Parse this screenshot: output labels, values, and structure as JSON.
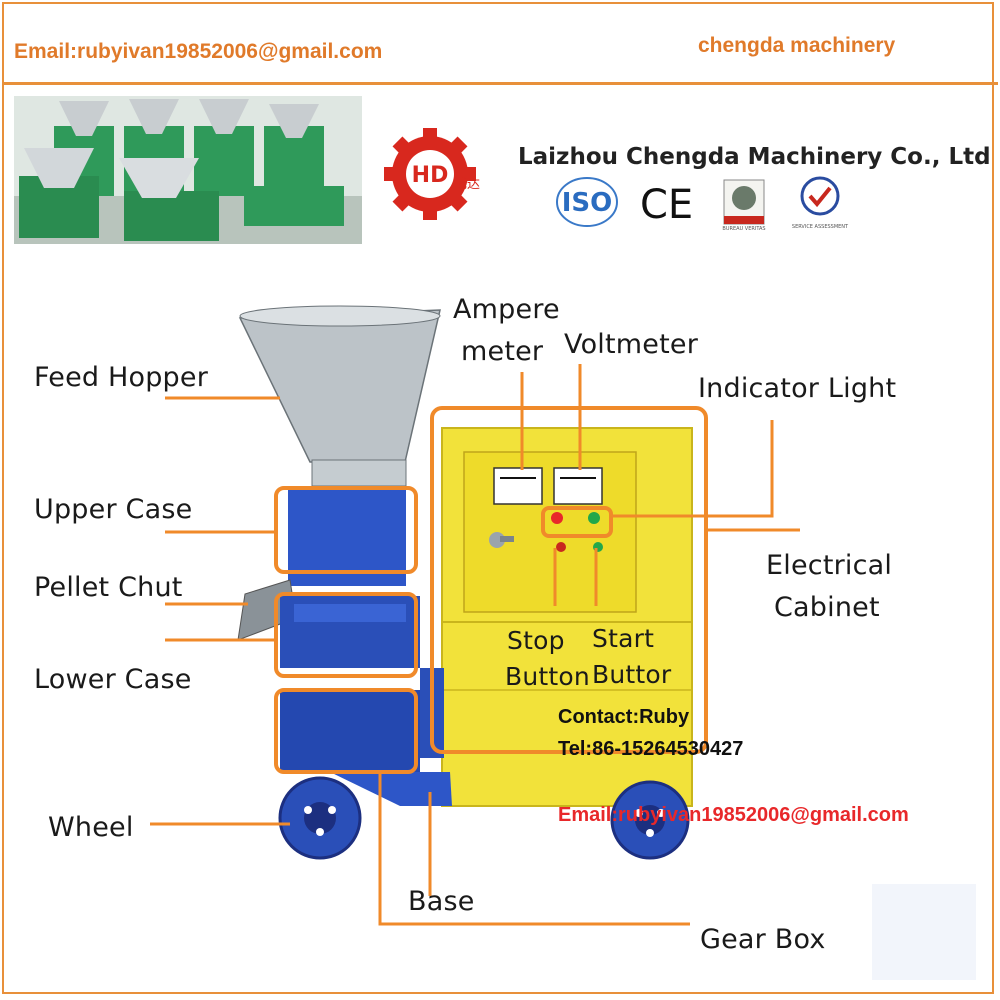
{
  "header": {
    "email": "Email:rubyivan19852006@gmail.com",
    "brand": "chengda machinery"
  },
  "company": {
    "name": "Laizhou Chengda Machinery Co., Ltd",
    "logo_chars": "成达",
    "cert_iso": "ISO",
    "cert_ce": "CE",
    "cert_bureau": "BUREAU VERITAS",
    "cert_sa": "SERVICE ASSESSMENT"
  },
  "labels": {
    "feed_hopper": "Feed Hopper",
    "upper_case": "Upper Case",
    "pellet_chut": "Pellet Chut",
    "lower_case": "Lower Case",
    "wheel": "Wheel",
    "ampere_1": "Ampere",
    "ampere_2": "meter",
    "voltmeter": "Voltmeter",
    "indicator_light": "Indicator Light",
    "electrical_1": "Electrical",
    "electrical_2": "Cabinet",
    "stop_1": "Stop",
    "stop_2": "Button",
    "start_1": "Start",
    "start_2": "Buttor",
    "base": "Base",
    "gear_box": "Gear Box"
  },
  "contact": {
    "name": "Contact:Ruby",
    "tel": "Tel:86-15264530427",
    "email": "Email:rubyivan19852006@gmail.com"
  },
  "colors": {
    "accent_orange": "#e8903a",
    "cabinet_yellow": "#f2e23a",
    "machine_blue": "#2d56c8",
    "contact_red": "#e8282a"
  }
}
